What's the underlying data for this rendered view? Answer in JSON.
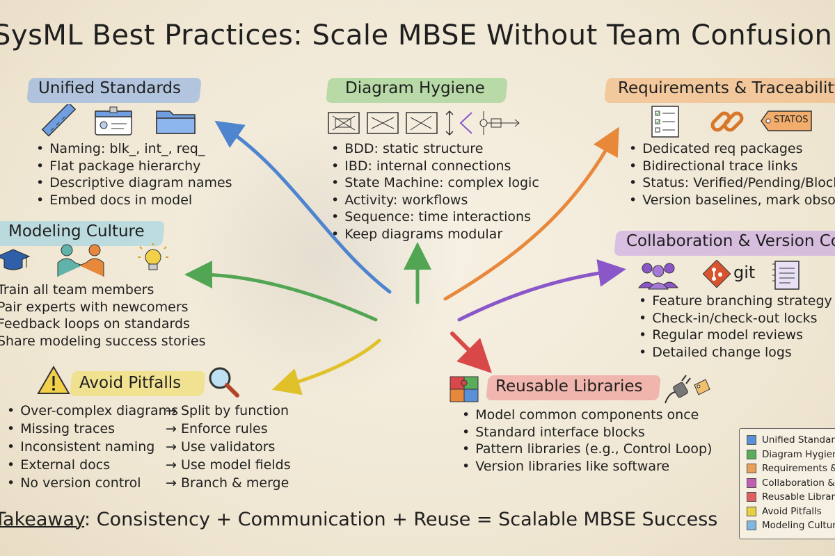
{
  "title": "SysML Best Practices: Scale MBSE Without Team Confusion",
  "colors": {
    "blue": "#5b8fd6",
    "green": "#5aad5c",
    "orange": "#e8883b",
    "purple": "#8a57c9",
    "red": "#d84848",
    "yellow": "#e3c82e",
    "lightblue": "#6fb5d9"
  },
  "sections": {
    "unified": {
      "title": "Unified Standards",
      "items": [
        "Naming: blk_, int_, req_",
        "Flat package hierarchy",
        "Descriptive diagram names",
        "Embed docs in model"
      ]
    },
    "hygiene": {
      "title": "Diagram Hygiene",
      "items": [
        "BDD: static structure",
        "IBD: internal connections",
        "State Machine: complex logic",
        "Activity: workflows",
        "Sequence: time interactions",
        "Keep diagrams modular"
      ]
    },
    "requirements": {
      "title": "Requirements & Traceability",
      "status_tag": "STATOS",
      "items": [
        "Dedicated req packages",
        "Bidirectional trace links",
        "Status: Verified/Pending/Blocked",
        "Version baselines, mark obsolete"
      ]
    },
    "culture": {
      "title": "Modeling Culture",
      "items": [
        "Train all team members",
        "Pair experts with newcomers",
        "Feedback loops on standards",
        "Share modeling success stories"
      ]
    },
    "collab": {
      "title": "Collaboration & Version Control",
      "git_label": "git",
      "items": [
        "Feature branching strategy",
        "Check-in/check-out locks",
        "Regular model reviews",
        "Detailed change logs"
      ]
    },
    "pitfalls": {
      "title": "Avoid Pitfalls",
      "rows": [
        {
          "problem": "Over-complex diagrams",
          "fix": "Split by function"
        },
        {
          "problem": "Missing traces",
          "fix": "Enforce rules"
        },
        {
          "problem": "Inconsistent naming",
          "fix": "Use validators"
        },
        {
          "problem": "External docs",
          "fix": "Use model fields"
        },
        {
          "problem": "No version control",
          "fix": "Branch & merge"
        }
      ]
    },
    "libraries": {
      "title": "Reusable Libraries",
      "items": [
        "Model common components once",
        "Standard interface blocks",
        "Pattern libraries (e.g., Control Loop)",
        "Version libraries like software"
      ]
    }
  },
  "takeaway": {
    "label": "Takeaway",
    "text": ": Consistency + Communication + Reuse = Scalable MBSE Success"
  },
  "legend": [
    {
      "label": "Unified Standards",
      "color": "#5b8fd6"
    },
    {
      "label": "Diagram Hygiene",
      "color": "#5aad5c"
    },
    {
      "label": "Requirements & Traceability",
      "color": "#e8a05a"
    },
    {
      "label": "Collaboration & Version Control",
      "color": "#c25fb5"
    },
    {
      "label": "Reusable Libraries",
      "color": "#e06060"
    },
    {
      "label": "Avoid Pitfalls",
      "color": "#e8d040"
    },
    {
      "label": "Modeling Culture",
      "color": "#7fb7e0"
    }
  ]
}
